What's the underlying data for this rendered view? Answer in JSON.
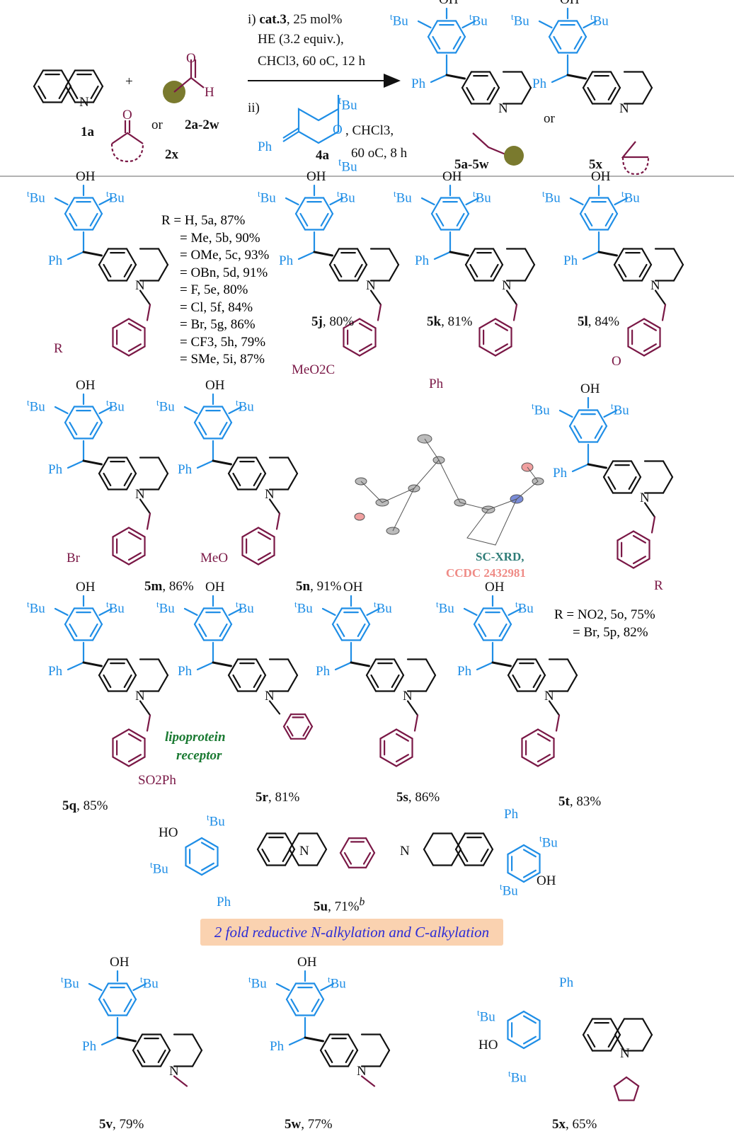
{
  "scheme": {
    "reactants": {
      "quinoline_label": "1a",
      "aldehyde_label": "2a-2w",
      "ketone_label": "2x",
      "plus": "+",
      "or": "or"
    },
    "conditions": {
      "step1_a": "i) ",
      "step1_cat": "cat.3",
      "step1_b": ", 25 mol%",
      "step1_line2": "HE (3.2 equiv.),",
      "step1_line3": "CHCl3, 60 oC, 12 h",
      "step2_prefix": "ii)",
      "step2_line1": ", CHCl3,",
      "step2_line2": "60 oC, 8 h",
      "qm_label": "4a"
    },
    "products": {
      "aldehyde_product": "5a-5w",
      "ketone_product": "5x",
      "or": "or"
    }
  },
  "labels": {
    "oh": "OH",
    "ho": "HO",
    "tbu": "Bu",
    "t_sup": "t",
    "ph": "Ph",
    "n": "N",
    "o": "O",
    "h": "H",
    "r": "R",
    "br": "Br",
    "meo": "MeO",
    "meo2c": "MeO2C",
    "so2ph": "SO2Ph"
  },
  "r_list_5a_5i": [
    "R = H, 5a, 87%",
    "= Me, 5b, 90%",
    "= OMe, 5c, 93%",
    "= OBn, 5d, 91%",
    "= F, 5e, 80%",
    "= Cl, 5f, 84%",
    "= Br, 5g, 86%",
    "= CF3, 5h, 79%",
    "= SMe, 5i, 87%"
  ],
  "r_list_5o_5p": [
    "R = NO2, 5o, 75%",
    "= Br, 5p, 82%"
  ],
  "products": [
    {
      "id": "5j",
      "yield": ", 80%"
    },
    {
      "id": "5k",
      "yield": ", 81%"
    },
    {
      "id": "5l",
      "yield": ", 84%"
    },
    {
      "id": "5m",
      "yield": ", 86%"
    },
    {
      "id": "5n",
      "yield": ", 91%"
    },
    {
      "id": "5q",
      "yield": ", 85%"
    },
    {
      "id": "5r",
      "yield": ", 81%"
    },
    {
      "id": "5s",
      "yield": ", 86%"
    },
    {
      "id": "5t",
      "yield": ", 83%"
    },
    {
      "id": "5u",
      "yield": ", 71%",
      "note": "b"
    },
    {
      "id": "5v",
      "yield": ", 79%"
    },
    {
      "id": "5w",
      "yield": ", 77%"
    },
    {
      "id": "5x",
      "yield": ", 65%"
    }
  ],
  "annotations": {
    "lipoprotein": "lipoprotein",
    "receptor": "receptor",
    "xrd": "SC-XRD,",
    "ccdc": "CCDC 2432981",
    "banner": "2 fold reductive N-alkylation and C-alkylation"
  },
  "colors": {
    "core": "#111111",
    "phenol": "#1f8ee6",
    "substituent": "#7a1846",
    "substrate_ball": "#7a7a2e",
    "banner_bg": "#fad2b0",
    "banner_text": "#2b2bd6",
    "xrd_text": "#2e7c77",
    "ccdc_text": "#ef8b86"
  }
}
